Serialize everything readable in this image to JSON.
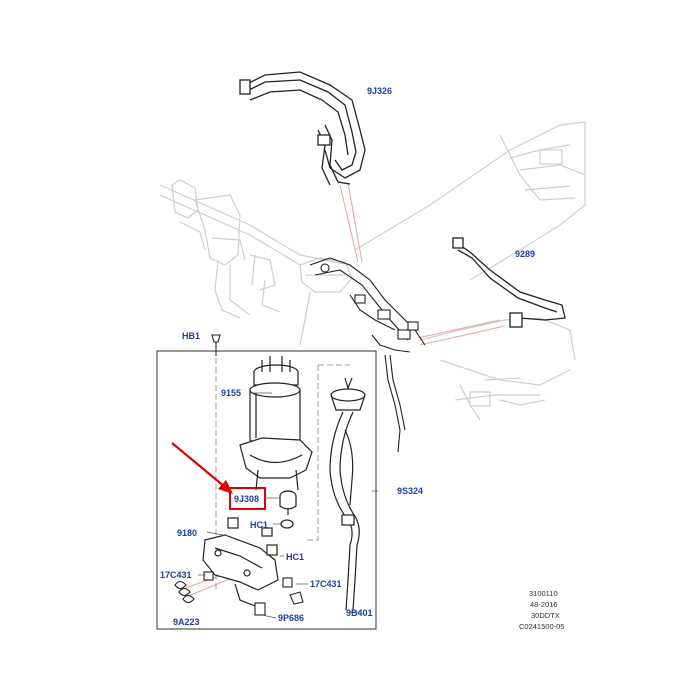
{
  "diagram": {
    "part_labels": {
      "hose_top": "9J326",
      "fuel_line_right": "9289",
      "bolt_top": "HB1",
      "fuel_filter": "9155",
      "highlighted_part": "9J308",
      "clip_1": "HC1",
      "bracket": "9180",
      "clip_2": "HC1",
      "connector_left": "17C431",
      "connector_right": "17C431",
      "hose_main": "9S324",
      "bracket_lower": "9A223",
      "bolt_lower": "9P686",
      "tube_lower": "9B401"
    },
    "reference_codes": [
      "3100110",
      "48-2016",
      "30DDTX",
      "C0241500-05"
    ],
    "colors": {
      "label_blue": "#1f3fa6",
      "highlight_red": "#e00000",
      "leader_pink": "#f0a0a0",
      "ghost_gray": "#c8c8c8",
      "line_black": "#222222"
    }
  }
}
